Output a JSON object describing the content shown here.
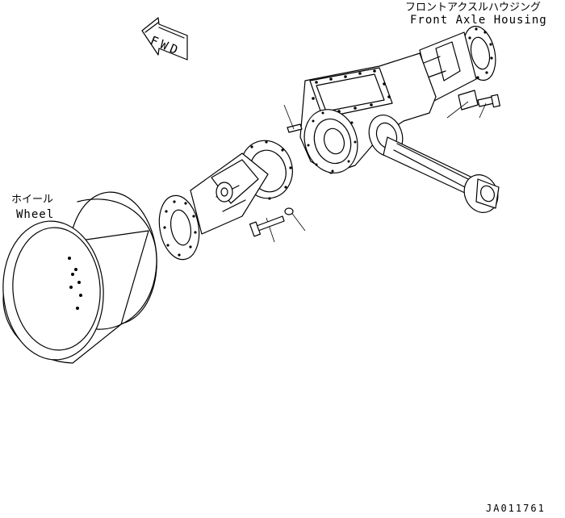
{
  "labels": {
    "housing_jp": "フロントアクスルハウジング",
    "housing_en": "Front Axle Housing",
    "wheel_jp": "ホイール",
    "wheel_en": "Wheel",
    "fwd": "FWD",
    "code": "JA011761"
  },
  "colors": {
    "line": "#000000",
    "background": "#ffffff"
  }
}
